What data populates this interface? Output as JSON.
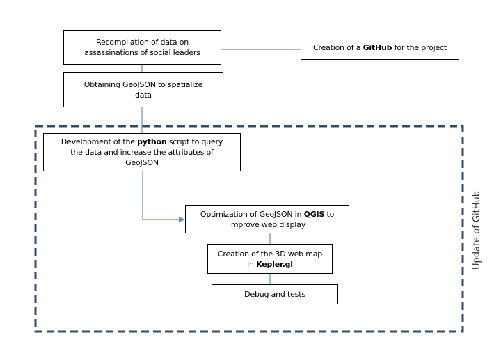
{
  "nodes": {
    "recompilation": {
      "pre": "",
      "line1": "Recompilation of data on",
      "line2": "assassinations of social leaders",
      "bold": "",
      "post": ""
    },
    "github": {
      "pre": "Creation of a ",
      "bold": "GitHub",
      "post": " for the project"
    },
    "geojson": {
      "line1": "Obtaining GeoJSON to spatialize",
      "line2": "data"
    },
    "python": {
      "pre": "Development of the ",
      "bold": "python",
      "post": " script to query",
      "line2": "the data and increase the attributes of",
      "line3": "GeoJSON"
    },
    "qgis": {
      "pre": "Optimization of GeoJSON in ",
      "bold": "QGIS",
      "post": " to",
      "line2": "improve web display"
    },
    "kepler": {
      "line1": "Creation of the 3D web map",
      "pre2": "in ",
      "bold": "Kepler.gl"
    },
    "debug": {
      "line1": "Debug and tests"
    }
  },
  "group": {
    "label": "Update of GitHub"
  },
  "colors": {
    "connector": "#5b8fc7",
    "group_border": "#2f4b6b"
  }
}
